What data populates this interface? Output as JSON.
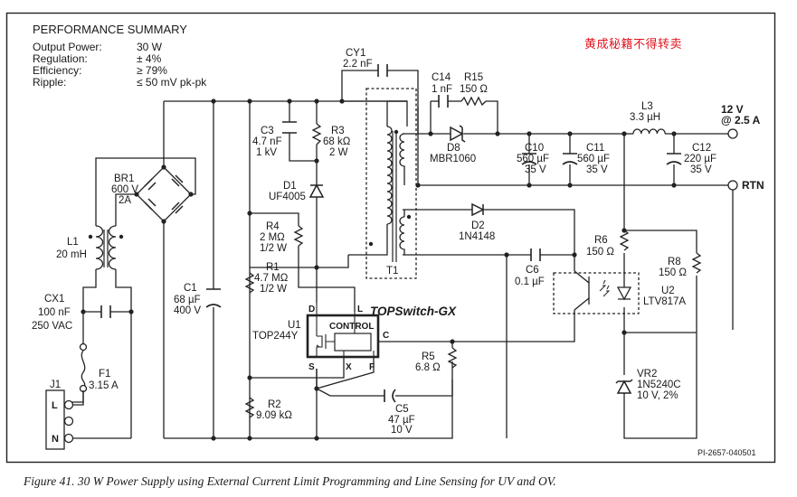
{
  "performance_summary": {
    "title": "PERFORMANCE SUMMARY",
    "rows": [
      {
        "label": "Output Power:",
        "value": "30 W"
      },
      {
        "label": "Regulation:",
        "value": "± 4%"
      },
      {
        "label": "Efficiency:",
        "value": "≥ 79%"
      },
      {
        "label": "Ripple:",
        "value": "≤ 50 mV pk-pk"
      }
    ]
  },
  "watermark": "黄成秘籍不得转卖",
  "components": {
    "cy1": {
      "ref": "CY1",
      "value": "2.2 nF"
    },
    "c3": {
      "ref": "C3",
      "value": "4.7 nF",
      "rating": "1 kV"
    },
    "r3": {
      "ref": "R3",
      "value": "68 kΩ",
      "rating": "2 W"
    },
    "d1": {
      "ref": "D1",
      "part": "UF4005"
    },
    "c14": {
      "ref": "C14",
      "value": "1 nF"
    },
    "r15": {
      "ref": "R15",
      "value": "150 Ω"
    },
    "d8": {
      "ref": "D8",
      "part": "MBR1060"
    },
    "c10": {
      "ref": "C10",
      "value": "560 µF",
      "rating": "35 V"
    },
    "c11": {
      "ref": "C11",
      "value": "560 µF",
      "rating": "35 V"
    },
    "l3": {
      "ref": "L3",
      "value": "3.3 µH"
    },
    "c12": {
      "ref": "C12",
      "value": "220 µF",
      "rating": "35 V"
    },
    "br1": {
      "ref": "BR1",
      "value": "600 V",
      "rating": "2A"
    },
    "l1": {
      "ref": "L1",
      "value": "20 mH"
    },
    "cx1": {
      "ref": "CX1",
      "value": "100 nF",
      "rating": "250 VAC"
    },
    "f1": {
      "ref": "F1",
      "value": "3.15 A"
    },
    "j1": {
      "ref": "J1",
      "pins": [
        "L",
        "N"
      ]
    },
    "c1": {
      "ref": "C1",
      "value": "68 µF",
      "rating": "400 V"
    },
    "r4": {
      "ref": "R4",
      "value": "2 MΩ",
      "rating": "1/2 W"
    },
    "r1": {
      "ref": "R1",
      "value": "4.7 MΩ",
      "rating": "1/2 W"
    },
    "r2": {
      "ref": "R2",
      "value": "9.09 kΩ"
    },
    "u1": {
      "ref": "U1",
      "part": "TOP244Y",
      "family": "TOPSwitch-GX",
      "block": "CONTROL",
      "pins": {
        "d": "D",
        "l": "L",
        "c": "C",
        "s": "S",
        "x": "X",
        "f": "F"
      }
    },
    "r5": {
      "ref": "R5",
      "value": "6.8 Ω"
    },
    "c5": {
      "ref": "C5",
      "value": "47 µF",
      "rating": "10 V"
    },
    "t1": {
      "ref": "T1"
    },
    "d2": {
      "ref": "D2",
      "part": "1N4148"
    },
    "c6": {
      "ref": "C6",
      "value": "0.1 µF"
    },
    "r6": {
      "ref": "R6",
      "value": "150 Ω"
    },
    "r8": {
      "ref": "R8",
      "value": "150 Ω"
    },
    "u2": {
      "ref": "U2",
      "part": "LTV817A"
    },
    "vr2": {
      "ref": "VR2",
      "part": "1N5240C",
      "rating": "10 V, 2%"
    }
  },
  "outputs": {
    "vout": "12 V",
    "iout": "@ 2.5 A",
    "rtn": "RTN"
  },
  "drawing_id": "PI-2657-040501",
  "caption": "Figure 41.  30 W Power Supply using External Current Limit Programming and Line Sensing for UV and OV."
}
